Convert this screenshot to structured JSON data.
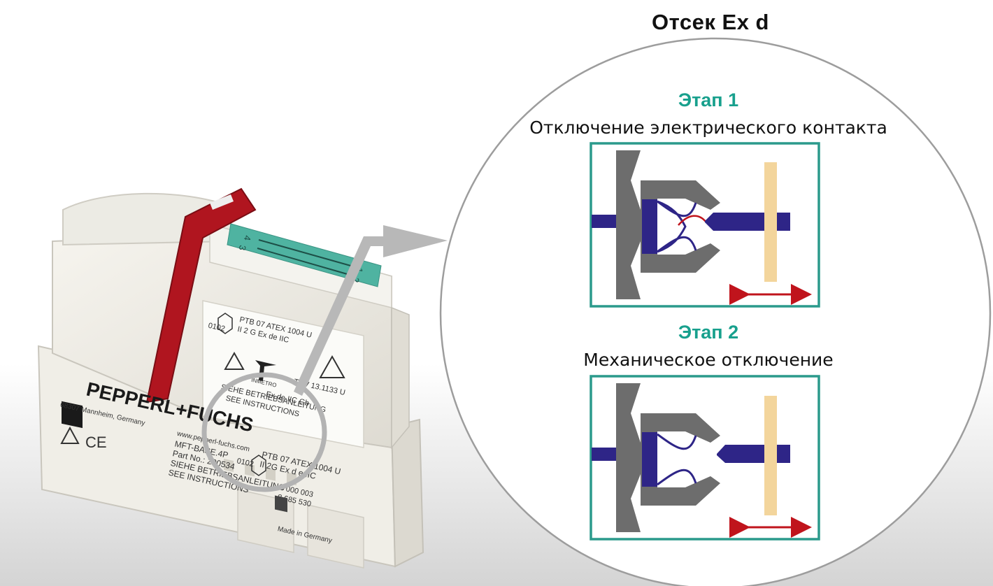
{
  "title": "Отсек Ex d",
  "stages": [
    {
      "title": "Этап 1",
      "description": "Отключение электрического контакта"
    },
    {
      "title": "Этап 2",
      "description": "Механическое отключение"
    }
  ],
  "device": {
    "brand": "PEPPERL+FUCHS",
    "address": "68307 Mannheim, Germany",
    "website": "www.pepperl-fuchs.com",
    "model": "MFT-BASE.4P",
    "part_no": "Part No.: 200534",
    "instructions_de": "SIEHE BETRIEBSANLEITUNG",
    "instructions_en": "SEE INSTRUCTIONS",
    "certificate": "PTB 07 ATEX 1004 U",
    "marking_upper": "II 2 G Ex de IIC",
    "marking_lower": "II 2G Ex d e IIC",
    "notified_body": "0102",
    "tuv": "TÜV 13.1133 U",
    "inmetro": "INMETRO",
    "ex_gb": "Ex de IIC Gb",
    "barcode_1": "4 000 003",
    "barcode_2": "8 685 530",
    "made_in": "Made in Germany",
    "terminals": [
      "4",
      "3",
      "1",
      "2"
    ]
  },
  "colors": {
    "accent": "#18a08d",
    "frame": "#2b9a8c",
    "grey_part": "#6d6d6d",
    "contact_blue": "#2e2587",
    "barrier": "#f3d59c",
    "arrow": "#c0141c",
    "handle": "#b0151f",
    "label_teal": "#4fb3a1"
  }
}
